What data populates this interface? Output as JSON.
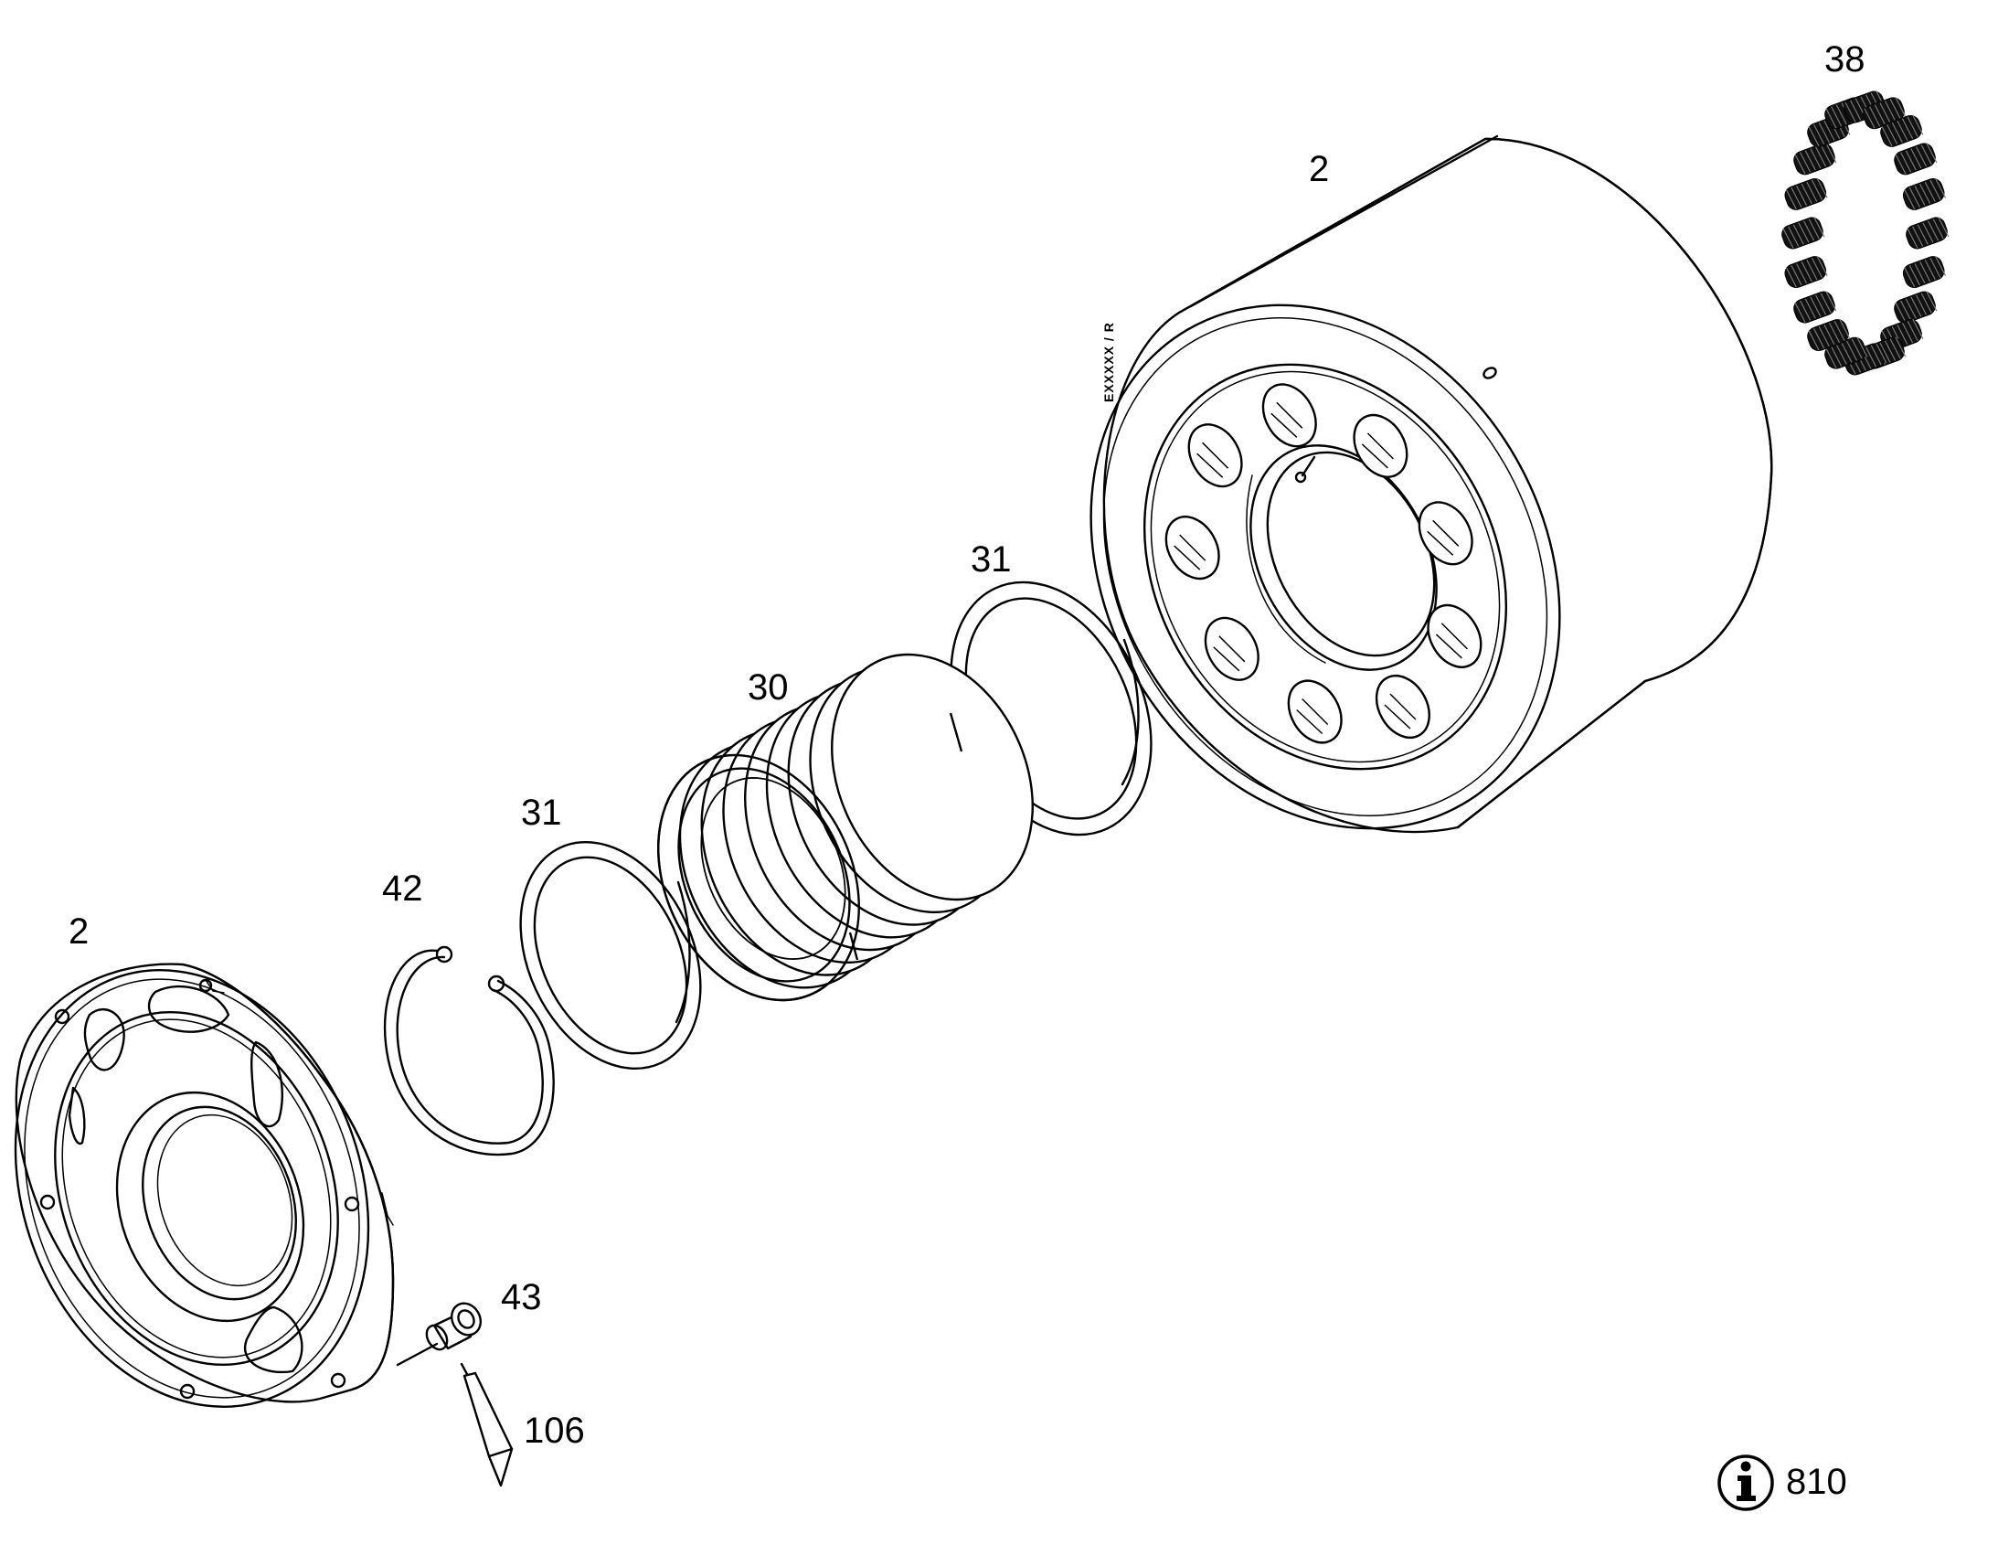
{
  "callouts": {
    "c2_cylinder": "2",
    "c2_plate": "2",
    "c30": "30",
    "c31_upper": "31",
    "c31_lower": "31",
    "c38": "38",
    "c42": "42",
    "c43": "43",
    "c106": "106"
  },
  "stamp_text": "EXXXXX / R",
  "info": {
    "icon": "info-icon",
    "value": "810"
  }
}
